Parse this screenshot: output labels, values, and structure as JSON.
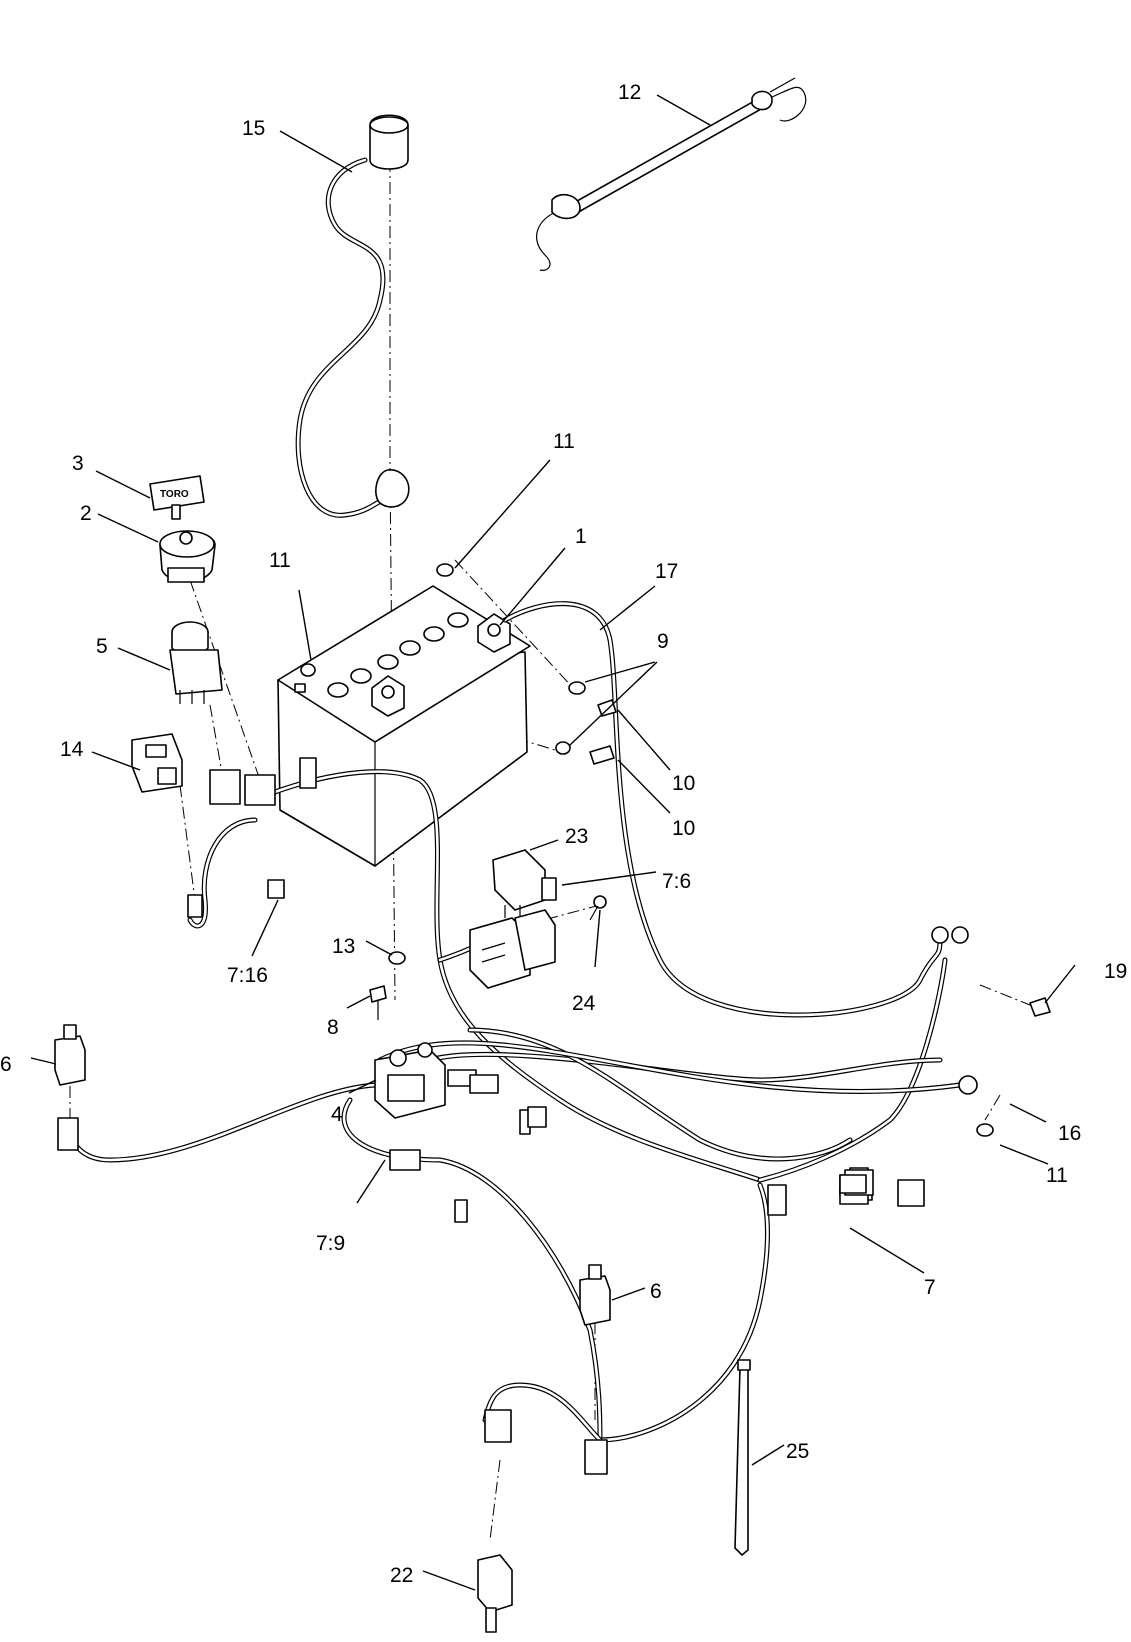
{
  "callouts": {
    "c1": "1",
    "c2": "2",
    "c3": "3",
    "c4": "4",
    "c5": "5",
    "c6a": "6",
    "c6b": "6",
    "c7": "7",
    "c7_6": "7:6",
    "c7_9": "7:9",
    "c7_16": "7:16",
    "c8": "8",
    "c9": "9",
    "c10a": "10",
    "c10b": "10",
    "c11a": "11",
    "c11b": "11",
    "c11c": "11",
    "c12": "12",
    "c13": "13",
    "c14": "14",
    "c15": "15",
    "c16": "16",
    "c17": "17",
    "c19": "19",
    "c22": "22",
    "c23": "23",
    "c24": "24",
    "c25": "25"
  },
  "key_label": "TORO"
}
